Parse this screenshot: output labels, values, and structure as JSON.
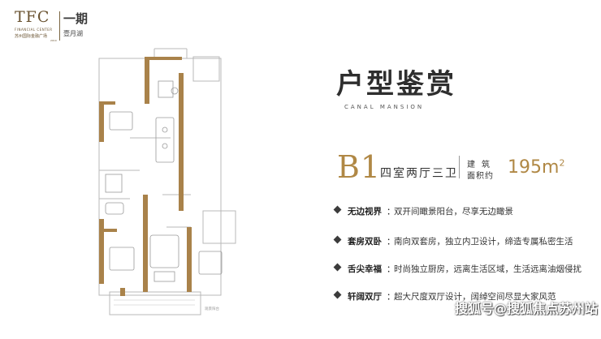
{
  "logo": {
    "mark": "TFC",
    "phase": "一期",
    "english": "FINANCIAL CENTER",
    "chinese_name": "苏州国际金融广场",
    "year": "2019",
    "subtitle": "壹月湖"
  },
  "title": "户型鉴赏",
  "subtitle": "CANAL MANSION",
  "unit": {
    "code": "B1",
    "layout": "四室两厅三卫",
    "area_label_line1": "建筑",
    "area_label_line2": "面积约",
    "area_value": "195",
    "area_unit": "m",
    "area_unit_exp": "2"
  },
  "plan": {
    "balcony_label": "观景阳台"
  },
  "features": [
    {
      "title": "无边视界",
      "separator": "：",
      "desc": "双开间瞰景阳台，尽享无边瞰景"
    },
    {
      "title": "套房双卧",
      "separator": "：",
      "desc": "南向双套房，独立内卫设计，缔造专属私密生活"
    },
    {
      "title": "舌尖幸福",
      "separator": "：",
      "desc": "时尚独立厨房，远离生活区域，生活远离油烟侵扰"
    },
    {
      "title": "轩阔双厅",
      "separator": "：",
      "desc": "超大尺度双厅设计，阔绰空间尽显大家风范"
    }
  ],
  "watermark": "搜狐号@搜狐焦点苏州站",
  "colors": {
    "gold": "#b08845",
    "wall": "#a9824a",
    "text": "#2b2b2b"
  }
}
